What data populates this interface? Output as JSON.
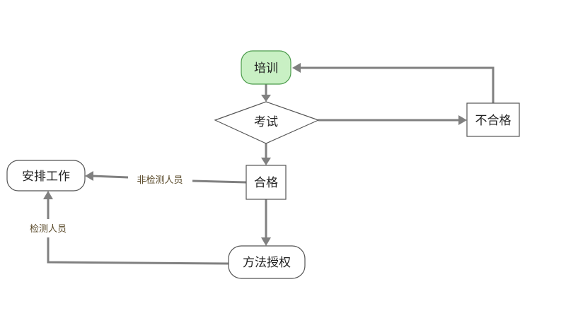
{
  "nodes": {
    "training": "培训",
    "exam": "考试",
    "qualified": "合格",
    "unqualified": "不合格",
    "arrange_work": "安排工作",
    "method_authorization": "方法授权"
  },
  "edges": {
    "non_inspector": "非检测人员",
    "inspector": "检测人员"
  },
  "colors": {
    "start_fill": "#c9f0c4",
    "start_stroke": "#4b9b4b",
    "node_stroke": "#555555",
    "edge": "#808080"
  }
}
